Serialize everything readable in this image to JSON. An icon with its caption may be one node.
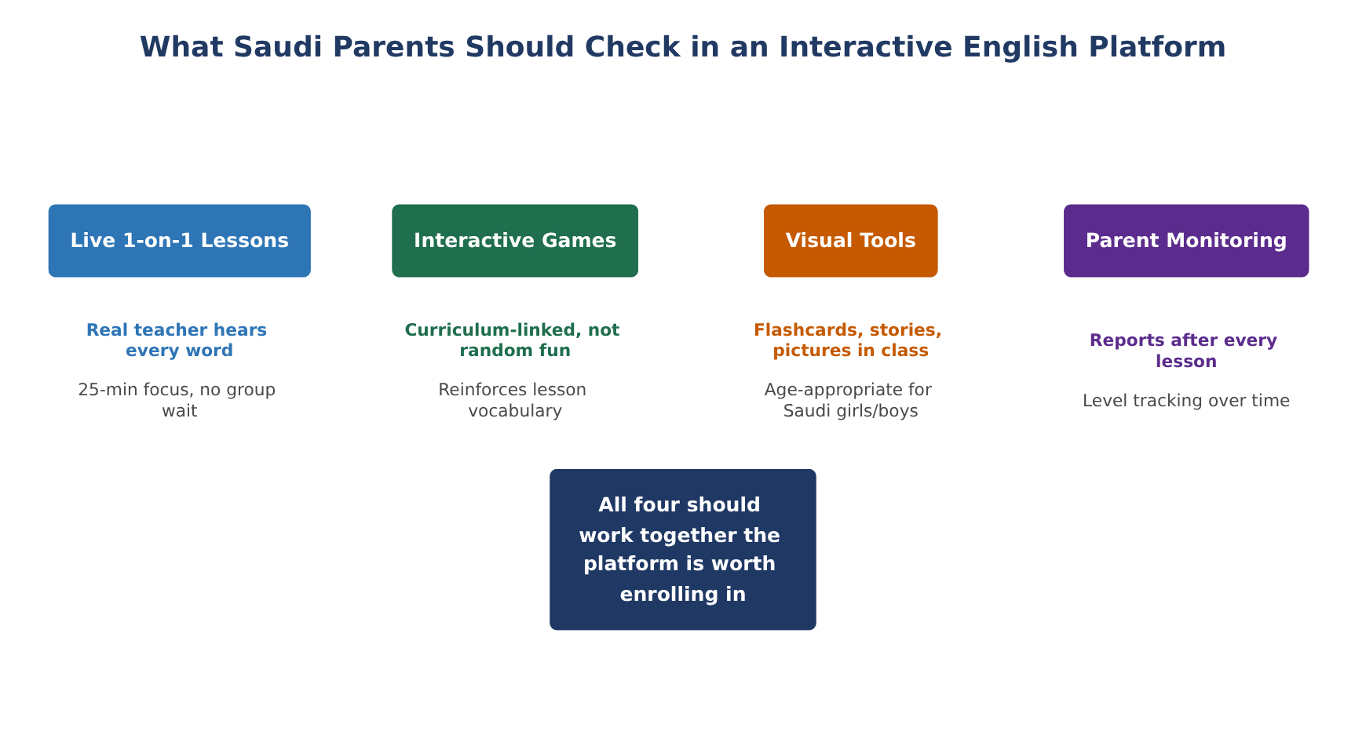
{
  "diagram": {
    "title": "What Saudi Parents Should Check in an Interactive English Platform",
    "nodes": [
      {
        "text": [
          "Live 1-on-1 Lessons"
        ],
        "beside": [
          "Real teacher hears every word",
          "25-min focus, no group wait"
        ]
      },
      {
        "text": [
          "Interactive Games"
        ],
        "beside": [
          "Curriculum-linked, not random fun",
          "Reinforces lesson vocabulary"
        ]
      },
      {
        "text": [
          "Visual Tools"
        ],
        "beside": [
          "Flashcards, stories, pictures in class",
          "Age-appropriate for Saudi girls/boys"
        ]
      },
      {
        "text": [
          "Parent Monitoring"
        ],
        "beside": [
          "Reports after every lesson",
          "Level tracking over time"
        ]
      },
      {
        "text": [
          "All four should work together the platform is worth enrolling in"
        ]
      }
    ]
  }
}
